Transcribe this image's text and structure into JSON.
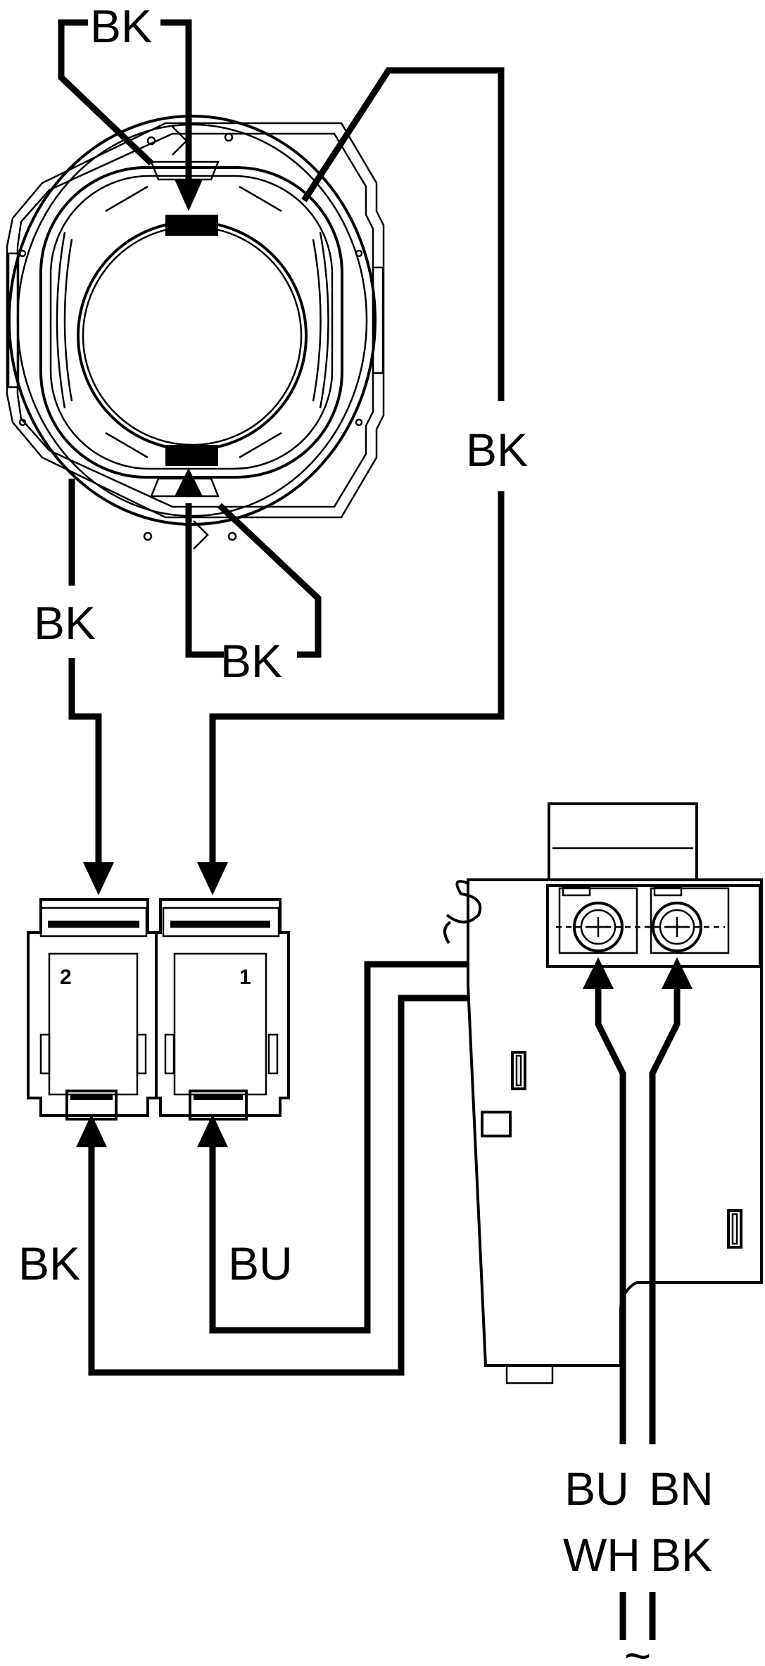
{
  "labels": {
    "top_left": "BK",
    "bottom_center": "BK",
    "right_vertical": "BK",
    "left_vertical": "BK",
    "lower_left": "BK",
    "lower_middle": "BU",
    "supply_left_top": "BU",
    "supply_left_bottom": "WH",
    "supply_right_top": "BN",
    "supply_right_bottom": "BK",
    "supply_symbol": "~"
  },
  "terminals": {
    "left": "2",
    "right": "1"
  }
}
